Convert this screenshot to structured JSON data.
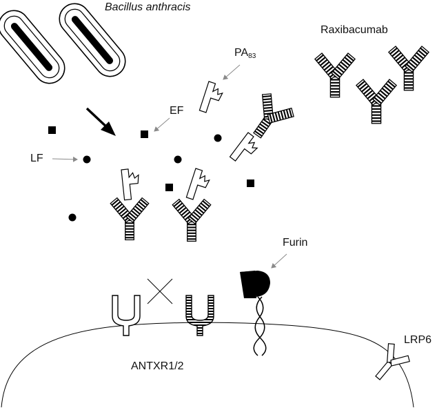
{
  "labels": {
    "organism": "Bacillus anthracis",
    "antibody": "Raxibacumab",
    "protective_antigen": "PA",
    "protective_antigen_sub": "83",
    "edema_factor": "EF",
    "lethal_factor": "LF",
    "furin": "Furin",
    "receptor": "ANTXR1/2",
    "coreceptor": "LRP6"
  },
  "colors": {
    "ink": "#000000",
    "pointer": "#8a8a8a",
    "background": "#ffffff"
  }
}
